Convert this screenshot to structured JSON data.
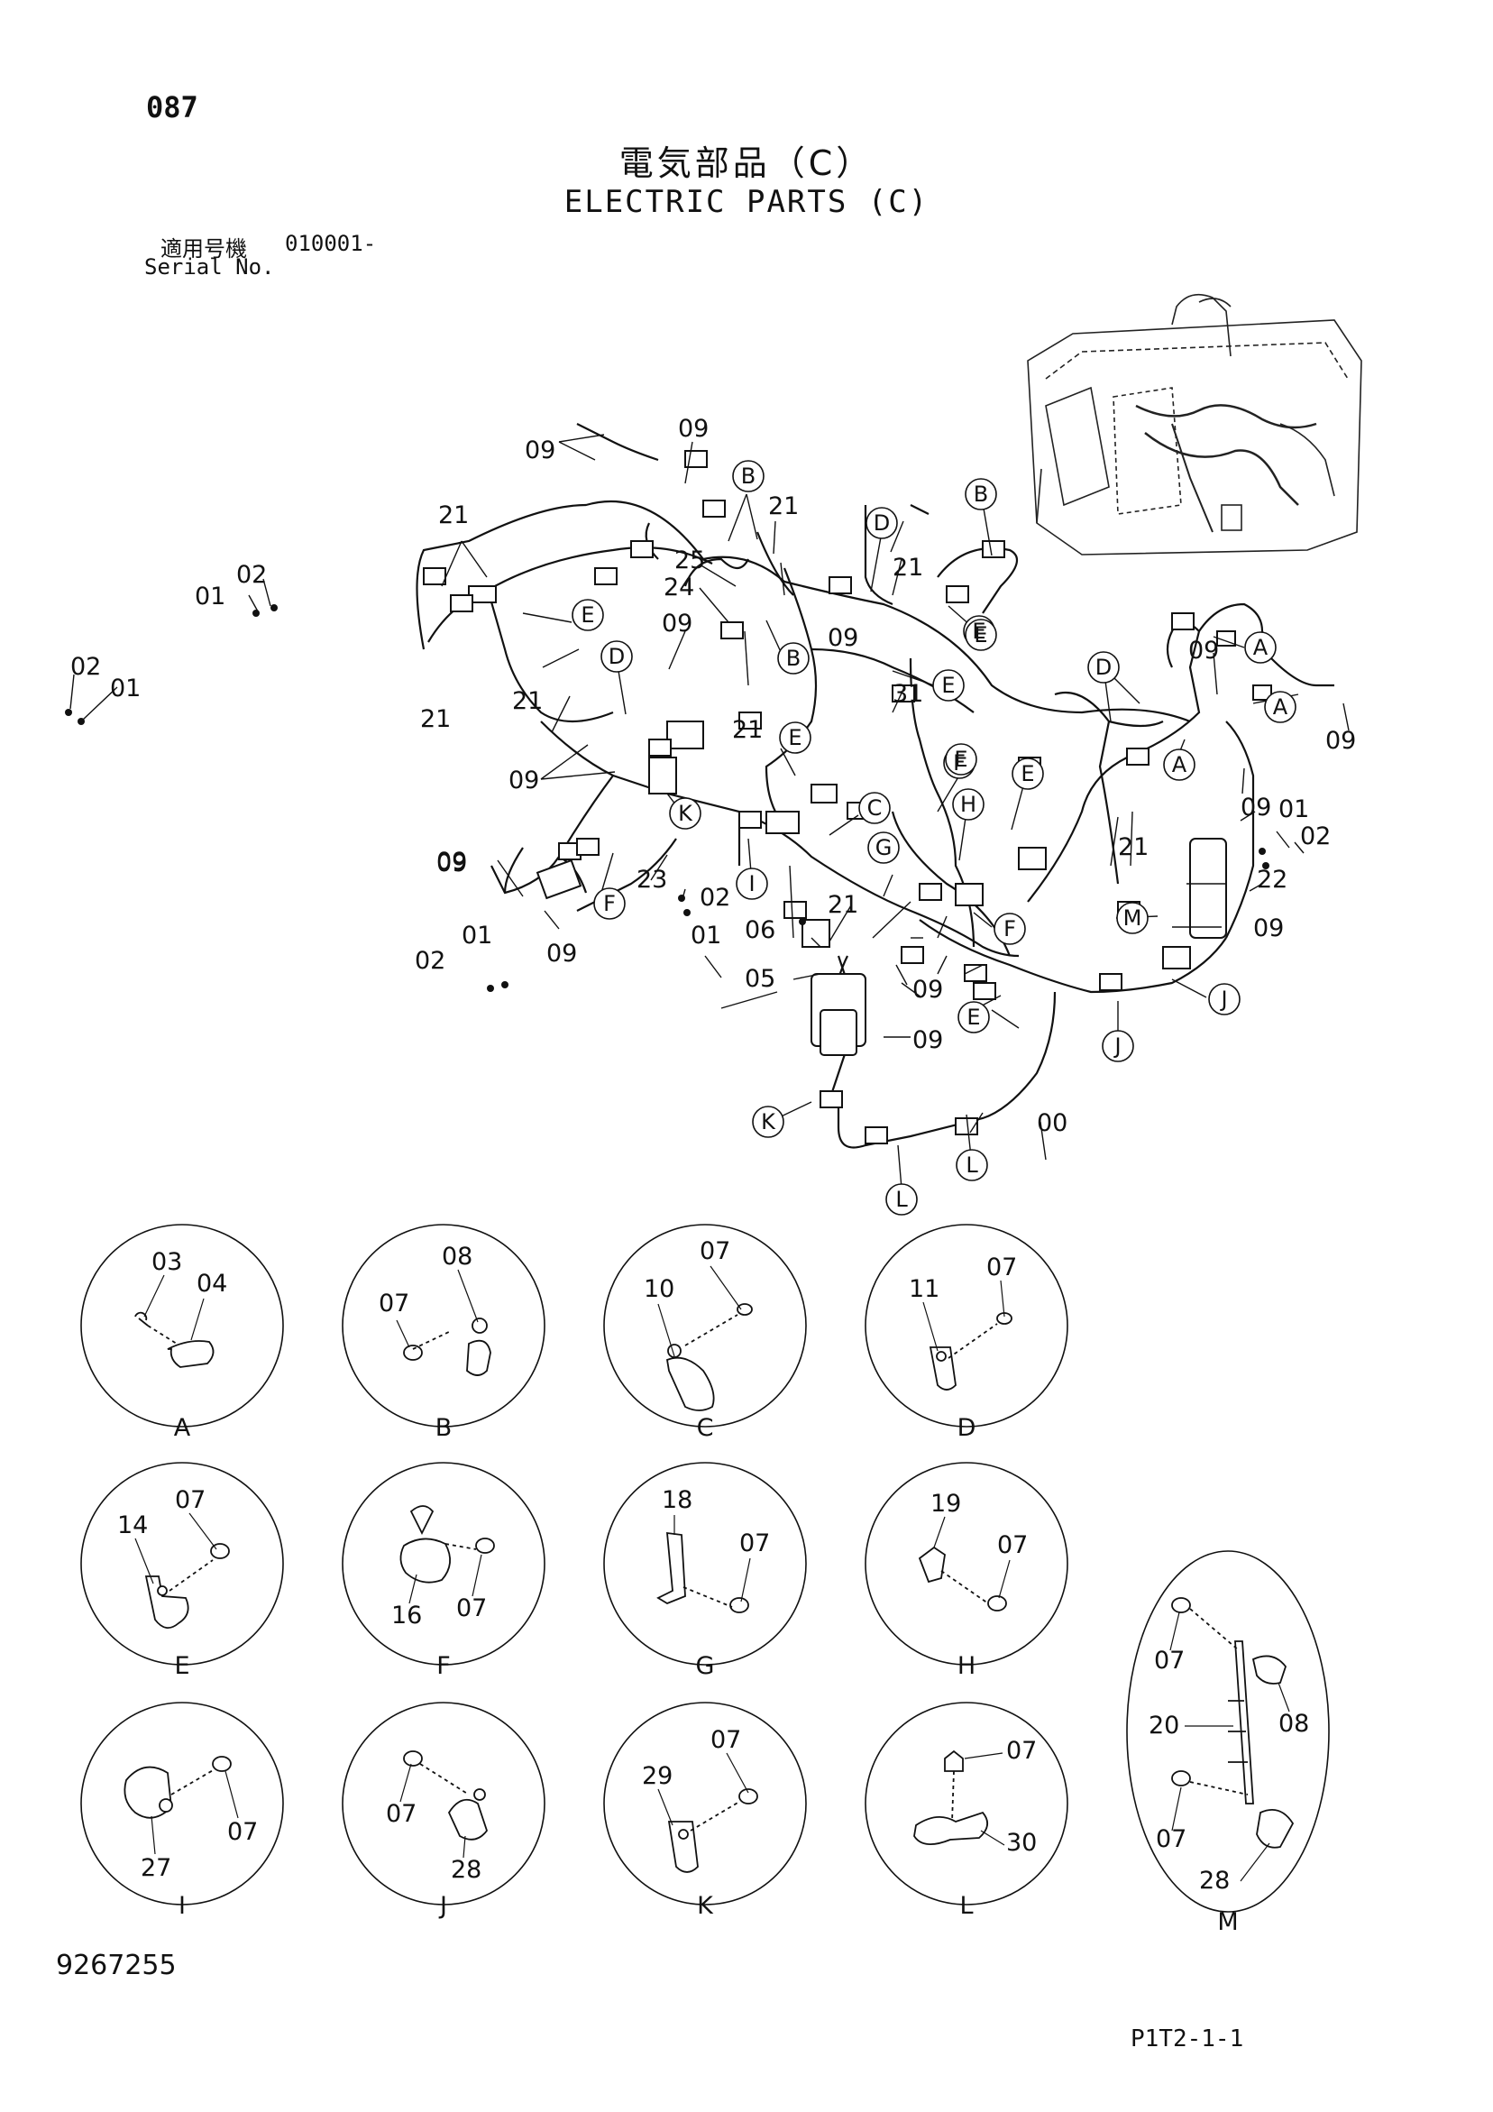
{
  "header": {
    "page_number": "087",
    "title_jp": "電気部品（C）",
    "title_en": "ELECTRIC PARTS (C)",
    "serial_label_jp": "適用号機",
    "serial_value": "010001-",
    "serial_label_en": "Serial No."
  },
  "main_callouts": [
    "09",
    "09",
    "21",
    "02",
    "01",
    "02",
    "01",
    "21",
    "25",
    "24",
    "09",
    "21",
    "21",
    "09",
    "09",
    "23",
    "02",
    "01",
    "09",
    "01",
    "02",
    "09",
    "21",
    "21",
    "09",
    "31",
    "21",
    "06",
    "05",
    "09",
    "09",
    "00",
    "09",
    "01",
    "02",
    "22",
    "09",
    "21"
  ],
  "view_markers": [
    "B",
    "B",
    "B",
    "D",
    "E",
    "E",
    "E",
    "E",
    "E",
    "D",
    "K",
    "I",
    "C",
    "F",
    "F",
    "E",
    "E",
    "H",
    "G",
    "F",
    "E",
    "D",
    "A",
    "A",
    "A",
    "M",
    "J",
    "J",
    "K",
    "L",
    "L"
  ],
  "detail_views": [
    {
      "letter": "A",
      "parts": [
        "03",
        "04"
      ]
    },
    {
      "letter": "B",
      "parts": [
        "08",
        "07"
      ]
    },
    {
      "letter": "C",
      "parts": [
        "07",
        "10"
      ]
    },
    {
      "letter": "D",
      "parts": [
        "11",
        "07"
      ]
    },
    {
      "letter": "E",
      "parts": [
        "07",
        "14"
      ]
    },
    {
      "letter": "F",
      "parts": [
        "16",
        "07"
      ]
    },
    {
      "letter": "G",
      "parts": [
        "18",
        "07"
      ]
    },
    {
      "letter": "H",
      "parts": [
        "19",
        "07"
      ]
    },
    {
      "letter": "I",
      "parts": [
        "27",
        "07"
      ]
    },
    {
      "letter": "J",
      "parts": [
        "07",
        "28"
      ]
    },
    {
      "letter": "K",
      "parts": [
        "07",
        "29"
      ]
    },
    {
      "letter": "L",
      "parts": [
        "07",
        "30"
      ]
    },
    {
      "letter": "M",
      "parts": [
        "07",
        "08",
        "20",
        "07",
        "28"
      ]
    }
  ],
  "footer": {
    "doc_number": "9267255",
    "page_ref": "P1T2-1-1"
  }
}
